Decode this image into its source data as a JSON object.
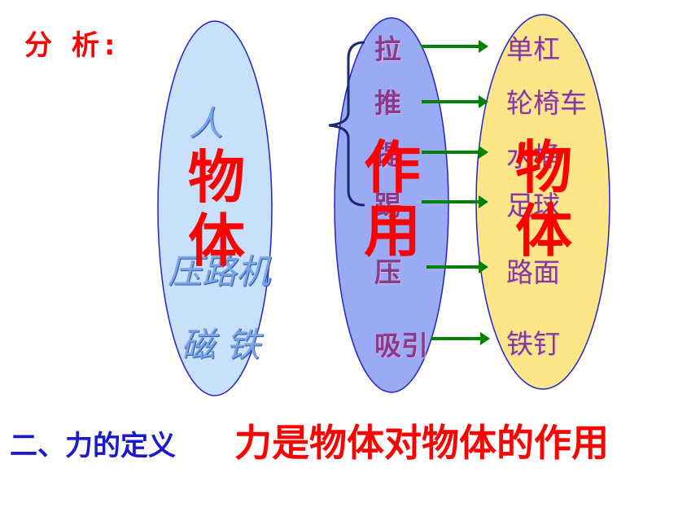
{
  "heading": "分 析:",
  "left_group": {
    "items": [
      "人",
      "压路机",
      "磁 铁"
    ],
    "label": [
      "物",
      "体"
    ]
  },
  "middle_group": {
    "verbs": [
      "拉",
      "推",
      "提",
      "踢",
      "压",
      "吸引"
    ],
    "label": [
      "作",
      "用"
    ]
  },
  "right_group": {
    "objects": [
      "单杠",
      "轮椅车",
      "水桶",
      "足球",
      "路面",
      "铁钉"
    ],
    "label": [
      "物",
      "体"
    ]
  },
  "definition": {
    "label": "二、力的定义",
    "text": "力是物体对物体的作用"
  },
  "colors": {
    "ellipse_left": "#c8e0fc",
    "ellipse_middle": "#9aaaf5",
    "ellipse_right": "#fde588",
    "arrow": "#008000",
    "accent": "#ff0000"
  }
}
